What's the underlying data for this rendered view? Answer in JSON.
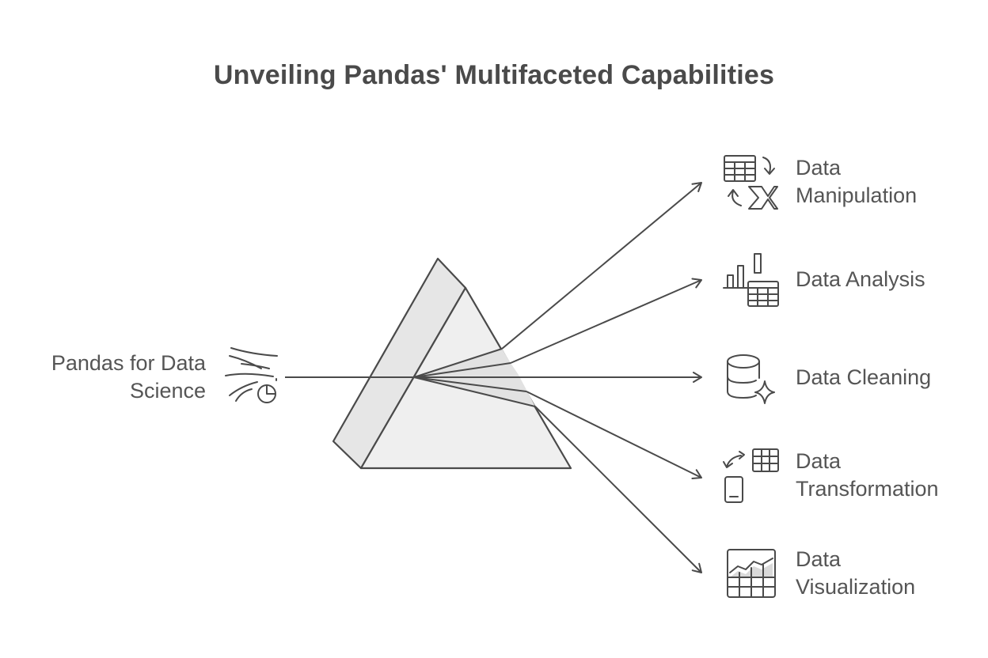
{
  "title": "Unveiling Pandas' Multifaceted Capabilities",
  "source": {
    "line1": "Pandas for Data",
    "line2": "Science",
    "icon": "wind-chart-icon"
  },
  "capabilities": [
    {
      "line1": "Data",
      "line2": "Manipulation",
      "icon": "table-transform-icon"
    },
    {
      "line1": "Data Analysis",
      "line2": "",
      "icon": "bar-chart-table-icon"
    },
    {
      "line1": "Data Cleaning",
      "line2": "",
      "icon": "database-sparkle-icon"
    },
    {
      "line1": "Data",
      "line2": "Transformation",
      "icon": "device-sync-table-icon"
    },
    {
      "line1": "Data",
      "line2": "Visualization",
      "icon": "line-chart-grid-icon"
    }
  ],
  "colors": {
    "stroke": "#4a4a4a",
    "prism_fill": "#eeeeee",
    "background": "#ffffff"
  }
}
